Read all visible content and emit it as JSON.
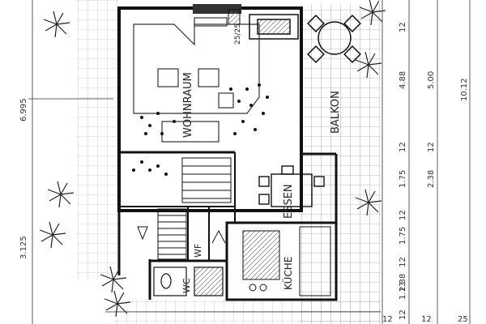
{
  "rooms": {
    "wohnraum": "WOHNRAUM",
    "balkon": "BALKON",
    "essen": "ESSEN",
    "kueche": "KÜCHE",
    "wf": "WF",
    "wc": "WC"
  },
  "chimney_label": "25/25",
  "dimensions_left": {
    "top": "6.995",
    "bottom": "3.125"
  },
  "dimensions_right_1": [
    "12",
    "4.88",
    "12",
    "1.75",
    "12",
    "1.75",
    "12",
    "2.38",
    "12"
  ],
  "dimensions_right_2": [
    "5.00",
    "12",
    "2.38"
  ],
  "dimensions_right_3": [
    "10.12"
  ],
  "dimensions_bottom": [
    "1.13",
    "12",
    "12",
    "25"
  ]
}
